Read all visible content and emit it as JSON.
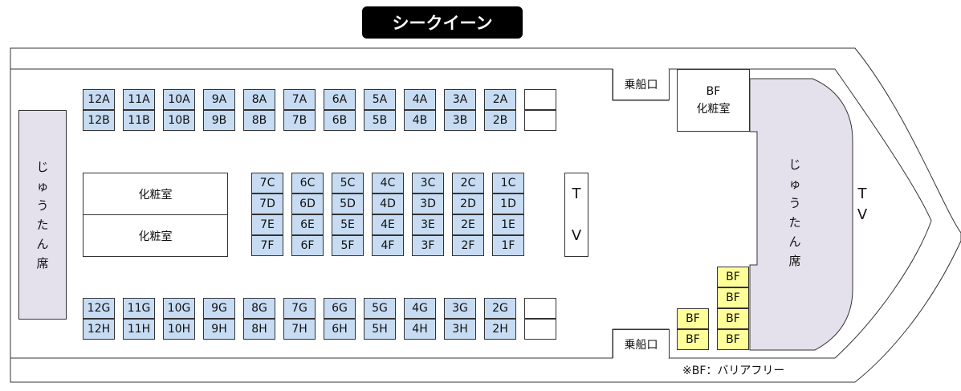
{
  "title": "シークイーン",
  "boarding_label": "乗船口",
  "restroom_label": "化粧室",
  "bf_restroom": {
    "line1": "BF",
    "line2": "化粧室"
  },
  "tatami_chars": [
    "じ",
    "ゅ",
    "う",
    "た",
    "ん",
    "席"
  ],
  "tv_chars": [
    "T",
    "V"
  ],
  "note": "※BF：バリアフリー",
  "colors": {
    "seat": "#c7dcf2",
    "barrier_free": "#ffff99",
    "tatami": "#e4e0ec",
    "title_bg": "#000000"
  },
  "seats": {
    "row_a": [
      "12A",
      "11A",
      "10A",
      "9A",
      "8A",
      "7A",
      "6A",
      "5A",
      "4A",
      "3A",
      "2A"
    ],
    "row_b": [
      "12B",
      "11B",
      "10B",
      "9B",
      "8B",
      "7B",
      "6B",
      "5B",
      "4B",
      "3B",
      "2B"
    ],
    "row_c": [
      "7C",
      "6C",
      "5C",
      "4C",
      "3C",
      "2C",
      "1C"
    ],
    "row_d": [
      "7D",
      "6D",
      "5D",
      "4D",
      "3D",
      "2D",
      "1D"
    ],
    "row_e": [
      "7E",
      "6E",
      "5E",
      "4E",
      "3E",
      "2E",
      "1E"
    ],
    "row_f": [
      "7F",
      "6F",
      "5F",
      "4F",
      "3F",
      "2F",
      "1F"
    ],
    "row_g": [
      "12G",
      "11G",
      "10G",
      "9G",
      "8G",
      "7G",
      "6G",
      "5G",
      "4G",
      "3G",
      "2G"
    ],
    "row_h": [
      "12H",
      "11H",
      "10H",
      "9H",
      "8H",
      "7H",
      "6H",
      "5H",
      "4H",
      "3H",
      "2H"
    ],
    "bf_seats": [
      "BF",
      "BF",
      "BF",
      "BF",
      "BF",
      "BF"
    ]
  }
}
